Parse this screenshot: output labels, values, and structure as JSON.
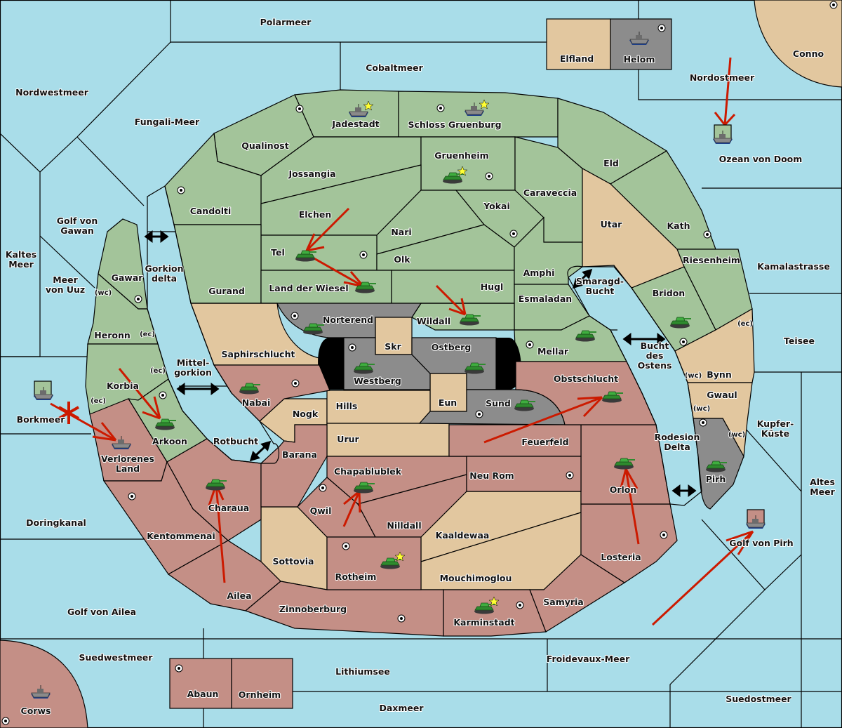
{
  "map": {
    "title": "Diplomacy variant map",
    "colors": {
      "sea": "#a9dde9",
      "green_power": "#a3c49a",
      "red_power": "#c48f86",
      "neutral_land": "#e2c79f",
      "grey_power": "#8c8c8c",
      "order_arrow": "#cc1a00",
      "impassable": "#000000"
    },
    "seas": [
      {
        "name": "Polarmeer"
      },
      {
        "name": "Cobaltmeer"
      },
      {
        "name": "Nordwestmeer"
      },
      {
        "name": "Fungali-Meer"
      },
      {
        "name": "Nordostmeer"
      },
      {
        "name": "Ozean von Doom"
      },
      {
        "name": "Golf von Gawan"
      },
      {
        "name": "Kaltes Meer"
      },
      {
        "name": "Meer von Uuz"
      },
      {
        "name": "Gorkion delta"
      },
      {
        "name": "Mittel-gorkion"
      },
      {
        "name": "Borkmeer"
      },
      {
        "name": "Rotbucht"
      },
      {
        "name": "Doringkanal"
      },
      {
        "name": "Golf von Ailea"
      },
      {
        "name": "Suedwestmeer"
      },
      {
        "name": "Lithiumsee"
      },
      {
        "name": "Daxmeer"
      },
      {
        "name": "Froidevaux-Meer"
      },
      {
        "name": "Suedostmeer"
      },
      {
        "name": "Golf von Pirh"
      },
      {
        "name": "Altes Meer"
      },
      {
        "name": "Kupfer-Küste"
      },
      {
        "name": "Teisee"
      },
      {
        "name": "Kamalastrasse"
      },
      {
        "name": "Bucht des Ostens"
      },
      {
        "name": "Smaragd-Bucht"
      },
      {
        "name": "Rodesion Delta"
      }
    ],
    "territories": {
      "green": [
        "Jadestadt",
        "Schloss Gruenburg",
        "Gruenheim",
        "Qualinost",
        "Jossangia",
        "Candolti",
        "Elchen",
        "Nari",
        "Yokai",
        "Caraveccia",
        "Eld",
        "Kath",
        "Riesenheim",
        "Bridon",
        "Tel",
        "Olk",
        "Land der Wiesel",
        "Hugl",
        "Amphi",
        "Esmaladan",
        "Wildall",
        "Mellar",
        "Gurand",
        "Gawar",
        "Heronn",
        "Korbia",
        "Arkoon"
      ],
      "red": [
        "Verlorenes Land",
        "Charaua",
        "Kentommenai",
        "Ailea",
        "Zinnoberburg",
        "Nabai",
        "Barana",
        "Chapablublek",
        "Qwil",
        "Nilldall",
        "Rotheim",
        "Karminstadt",
        "Samyria",
        "Losteria",
        "Orlon",
        "Feuerfeld",
        "Neu Rom",
        "Obstschlucht",
        "Abaun",
        "Ornheim",
        "Corws"
      ],
      "neutral": [
        "Elfland",
        "Conno",
        "Utar",
        "Saphirschlucht",
        "Skr",
        "Eun",
        "Nogk",
        "Hills",
        "Urur",
        "Sottovia",
        "Kaaldewaa",
        "Mouchimoglou",
        "Bynn",
        "Gwaul"
      ],
      "grey": [
        "Helom",
        "Norterend",
        "Westberg",
        "Ostberg",
        "Sund",
        "Pirh"
      ]
    },
    "coast_markers": [
      "(wc)",
      "(ec)",
      "(ec)",
      "(ec)",
      "(wc)",
      "(ec)",
      "(wc)",
      "(wc)",
      "(ec)"
    ],
    "units": [
      {
        "type": "fleet",
        "power": "green",
        "location": "Jadestadt",
        "home_star": true
      },
      {
        "type": "fleet",
        "power": "green",
        "location": "Schloss Gruenburg",
        "home_star": true
      },
      {
        "type": "army",
        "power": "green",
        "location": "Gruenheim",
        "home_star": true
      },
      {
        "type": "fleet",
        "power": "grey",
        "location": "Helom"
      },
      {
        "type": "fleet",
        "power": "green",
        "location": "Ozean von Doom",
        "retreat_box": true
      },
      {
        "type": "army",
        "power": "green",
        "location": "Tel"
      },
      {
        "type": "army",
        "power": "green",
        "location": "Land der Wiesel"
      },
      {
        "type": "army",
        "power": "green",
        "location": "Wildall"
      },
      {
        "type": "army",
        "power": "green",
        "location": "Mellar"
      },
      {
        "type": "army",
        "power": "green",
        "location": "Bridon"
      },
      {
        "type": "army",
        "power": "green",
        "location": "Norterend"
      },
      {
        "type": "army",
        "power": "green",
        "location": "Westberg"
      },
      {
        "type": "army",
        "power": "green",
        "location": "Ostberg"
      },
      {
        "type": "army",
        "power": "green",
        "location": "Sund"
      },
      {
        "type": "army",
        "power": "green",
        "location": "Nabai"
      },
      {
        "type": "army",
        "power": "green",
        "location": "Arkoon"
      },
      {
        "type": "fleet",
        "power": "green",
        "location": "Borkmeer",
        "retreat_box": true
      },
      {
        "type": "fleet",
        "power": "red",
        "location": "Verlorenes Land"
      },
      {
        "type": "army",
        "power": "green",
        "location": "Charaua"
      },
      {
        "type": "army",
        "power": "green",
        "location": "Chapablublek"
      },
      {
        "type": "army",
        "power": "green",
        "location": "Rotheim",
        "home_star": true
      },
      {
        "type": "army",
        "power": "green",
        "location": "Karminstadt",
        "home_star": true
      },
      {
        "type": "army",
        "power": "green",
        "location": "Obstschlucht"
      },
      {
        "type": "army",
        "power": "green",
        "location": "Orlon"
      },
      {
        "type": "army",
        "power": "green",
        "location": "Pirh"
      },
      {
        "type": "fleet",
        "power": "red",
        "location": "Golf von Pirh",
        "retreat_box": true
      },
      {
        "type": "fleet",
        "power": "red",
        "location": "Corws"
      }
    ]
  }
}
